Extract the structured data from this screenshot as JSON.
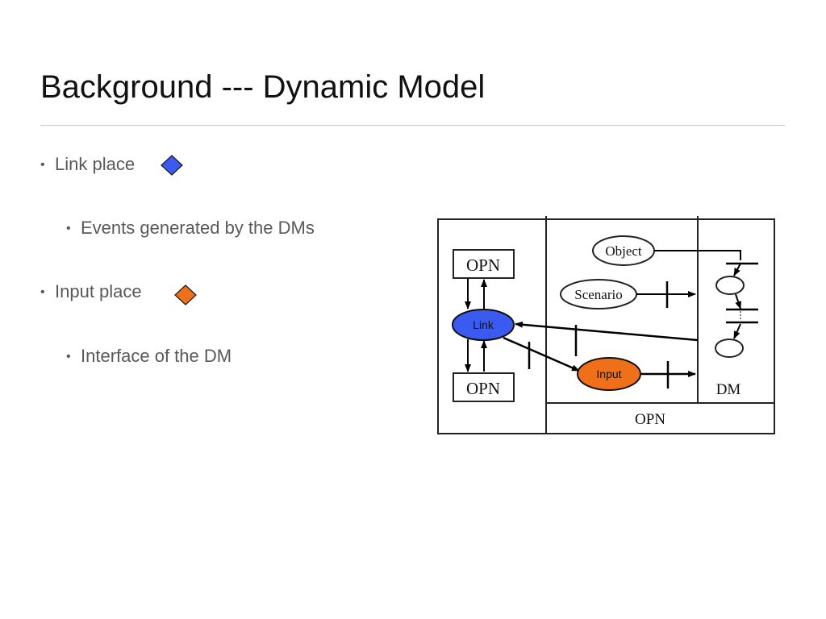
{
  "slide": {
    "title": "Background --- Dynamic Model"
  },
  "bullets": [
    {
      "text": "Link place",
      "level": 1,
      "marker": "diamond-blue"
    },
    {
      "text": "Events generated by the DMs",
      "level": 2
    },
    {
      "text": "Input place",
      "level": 1,
      "marker": "diamond-orange"
    },
    {
      "text": "Interface of the DM",
      "level": 2
    }
  ],
  "colors": {
    "link_place": "#3b5bf0",
    "input_place": "#f0701a",
    "text_gray": "#595959"
  },
  "diagram": {
    "opn_top": "OPN",
    "opn_bottom_left": "OPN",
    "opn_bottom": "OPN",
    "object": "Object",
    "scenario": "Scenario",
    "link": "Link",
    "input": "Input",
    "dm": "DM"
  }
}
